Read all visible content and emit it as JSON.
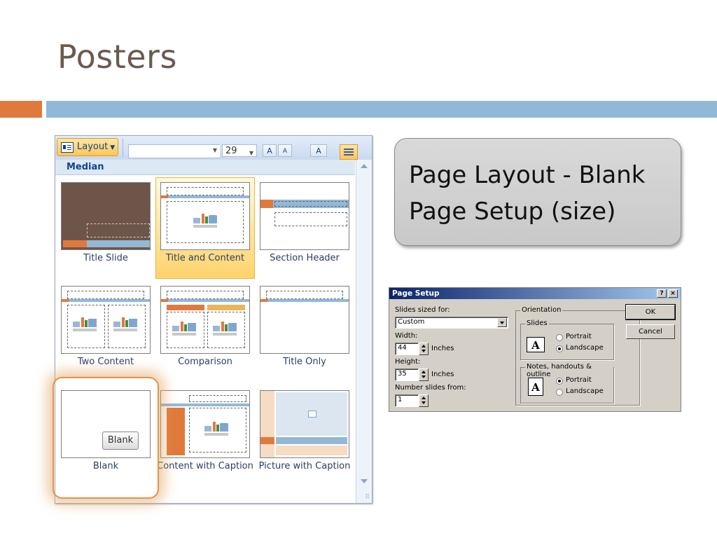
{
  "slide": {
    "title": "Posters"
  },
  "ribbon": {
    "layout_label": "Layout",
    "font_size": "29",
    "grow_font": "A",
    "shrink_font": "A",
    "clear_format": "A"
  },
  "gallery": {
    "theme_name": "Median",
    "items": [
      {
        "label": "Title Slide"
      },
      {
        "label": "Title and Content"
      },
      {
        "label": "Section Header"
      },
      {
        "label": "Two Content"
      },
      {
        "label": "Comparison"
      },
      {
        "label": "Title Only"
      },
      {
        "label": "Blank"
      },
      {
        "label": "Content with Caption"
      },
      {
        "label": "Picture with Caption"
      }
    ],
    "tooltip": "Blank",
    "selected": "Title and Content"
  },
  "callout": {
    "line1": "Page Layout - Blank",
    "line2": "Page Setup (size)"
  },
  "page_setup": {
    "title": "Page Setup",
    "help_btn": "?",
    "close_btn": "×",
    "slides_sized_for_label": "Slides sized for:",
    "slides_sized_for_value": "Custom",
    "width_label": "Width:",
    "width_value": "44",
    "width_unit": "Inches",
    "height_label": "Height:",
    "height_value": "35",
    "height_unit": "Inches",
    "number_from_label": "Number slides from:",
    "number_from_value": "1",
    "orientation_label": "Orientation",
    "slides_group": "Slides",
    "slides_portrait": "Portrait",
    "slides_landscape": "Landscape",
    "slides_selected": "Landscape",
    "notes_group": "Notes, handouts & outline",
    "notes_portrait": "Portrait",
    "notes_landscape": "Landscape",
    "notes_selected": "Portrait",
    "ok_label": "OK",
    "cancel_label": "Cancel"
  },
  "colors": {
    "accent_orange": "#e07a3c",
    "accent_blue": "#93b8d6",
    "title_brown": "#6b5a50"
  }
}
